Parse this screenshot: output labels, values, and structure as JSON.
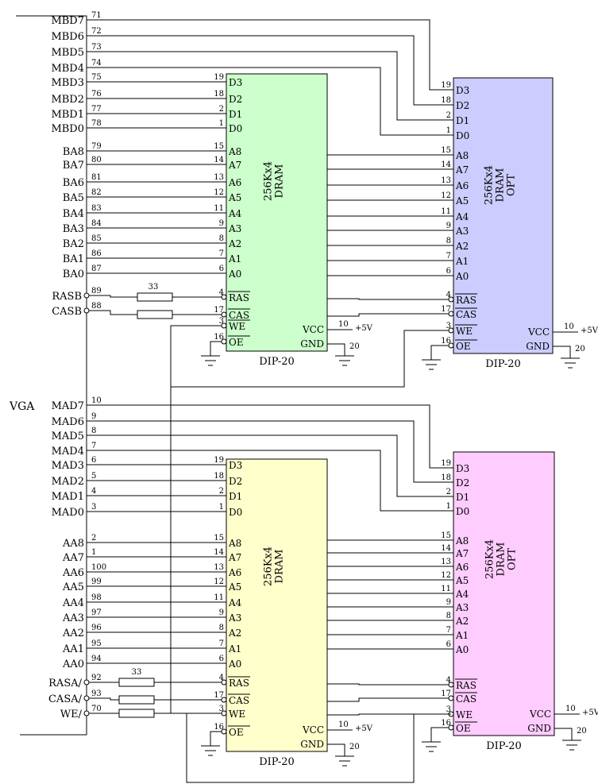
{
  "colors": {
    "chip1": "#ccffcc",
    "chip2": "#ccccff",
    "chip3": "#ffffcc",
    "chip4": "#ffccff"
  },
  "vga_label": "VGA",
  "chips": [
    {
      "id": "u1",
      "title": [
        "256Kx4",
        "DRAM"
      ],
      "package": "DIP-20",
      "vcc": "VCC",
      "gnd": "GND",
      "supply": "+5V",
      "vcc_pin": "10",
      "gnd_pin": "20"
    },
    {
      "id": "u2",
      "title": [
        "256Kx4",
        "DRAM",
        "OPT"
      ],
      "package": "DIP-20",
      "vcc": "VCC",
      "gnd": "GND",
      "supply": "+5V",
      "vcc_pin": "10",
      "gnd_pin": "20"
    },
    {
      "id": "u3",
      "title": [
        "256Kx4",
        "DRAM"
      ],
      "package": "DIP-20",
      "vcc": "VCC",
      "gnd": "GND",
      "supply": "+5V",
      "vcc_pin": "10",
      "gnd_pin": "20"
    },
    {
      "id": "u4",
      "title": [
        "256Kx4",
        "DRAM",
        "OPT"
      ],
      "package": "DIP-20",
      "vcc": "VCC",
      "gnd": "GND",
      "supply": "+5V",
      "vcc_pin": "10",
      "gnd_pin": "20"
    }
  ],
  "bank_b": {
    "data": [
      {
        "name": "MBD7",
        "vga_pin": "71",
        "chip": "u2",
        "pin": "19",
        "pin_name": "D3"
      },
      {
        "name": "MBD6",
        "vga_pin": "72",
        "chip": "u2",
        "pin": "18",
        "pin_name": "D2"
      },
      {
        "name": "MBD5",
        "vga_pin": "73",
        "chip": "u2",
        "pin": "2",
        "pin_name": "D1"
      },
      {
        "name": "MBD4",
        "vga_pin": "74",
        "chip": "u2",
        "pin": "1",
        "pin_name": "D0"
      },
      {
        "name": "MBD3",
        "vga_pin": "75",
        "chip": "u1",
        "pin": "19",
        "pin_name": "D3"
      },
      {
        "name": "MBD2",
        "vga_pin": "76",
        "chip": "u1",
        "pin": "18",
        "pin_name": "D2"
      },
      {
        "name": "MBD1",
        "vga_pin": "77",
        "chip": "u1",
        "pin": "2",
        "pin_name": "D1"
      },
      {
        "name": "MBD0",
        "vga_pin": "78",
        "chip": "u1",
        "pin": "1",
        "pin_name": "D0"
      }
    ],
    "address": [
      {
        "name": "BA8",
        "vga_pin": "79",
        "pin": "15",
        "pin_name": "A8"
      },
      {
        "name": "BA7",
        "vga_pin": "80",
        "pin": "14",
        "pin_name": "A7"
      },
      {
        "name": "BA6",
        "vga_pin": "81",
        "pin": "13",
        "pin_name": "A6"
      },
      {
        "name": "BA5",
        "vga_pin": "82",
        "pin": "12",
        "pin_name": "A5"
      },
      {
        "name": "BA4",
        "vga_pin": "83",
        "pin": "11",
        "pin_name": "A4"
      },
      {
        "name": "BA3",
        "vga_pin": "84",
        "pin": "9",
        "pin_name": "A3"
      },
      {
        "name": "BA2",
        "vga_pin": "85",
        "pin": "8",
        "pin_name": "A2"
      },
      {
        "name": "BA1",
        "vga_pin": "86",
        "pin": "7",
        "pin_name": "A1"
      },
      {
        "name": "BA0",
        "vga_pin": "87",
        "pin": "6",
        "pin_name": "A0"
      }
    ],
    "control": [
      {
        "name": "RASB",
        "vga_pin": "89",
        "pin": "4",
        "pin_name": "RAS",
        "resistor": "33"
      },
      {
        "name": "CASB",
        "vga_pin": "88",
        "pin": "17",
        "pin_name": "CAS"
      }
    ],
    "we": {
      "pin": "3",
      "pin_name": "WE"
    },
    "oe": {
      "pin": "16",
      "pin_name": "OE"
    }
  },
  "bank_a": {
    "data": [
      {
        "name": "MAD7",
        "vga_pin": "10",
        "chip": "u4",
        "pin": "19",
        "pin_name": "D3"
      },
      {
        "name": "MAD6",
        "vga_pin": "9",
        "chip": "u4",
        "pin": "18",
        "pin_name": "D2"
      },
      {
        "name": "MAD5",
        "vga_pin": "8",
        "chip": "u4",
        "pin": "2",
        "pin_name": "D1"
      },
      {
        "name": "MAD4",
        "vga_pin": "7",
        "chip": "u4",
        "pin": "1",
        "pin_name": "D0"
      },
      {
        "name": "MAD3",
        "vga_pin": "6",
        "chip": "u3",
        "pin": "19",
        "pin_name": "D3"
      },
      {
        "name": "MAD2",
        "vga_pin": "5",
        "chip": "u3",
        "pin": "18",
        "pin_name": "D2"
      },
      {
        "name": "MAD1",
        "vga_pin": "4",
        "chip": "u3",
        "pin": "2",
        "pin_name": "D1"
      },
      {
        "name": "MAD0",
        "vga_pin": "3",
        "chip": "u3",
        "pin": "1",
        "pin_name": "D0"
      }
    ],
    "address": [
      {
        "name": "AA8",
        "vga_pin": "2",
        "pin": "15",
        "pin_name": "A8"
      },
      {
        "name": "AA7",
        "vga_pin": "1",
        "pin": "14",
        "pin_name": "A7"
      },
      {
        "name": "AA6",
        "vga_pin": "100",
        "pin": "13",
        "pin_name": "A6"
      },
      {
        "name": "AA5",
        "vga_pin": "99",
        "pin": "12",
        "pin_name": "A5"
      },
      {
        "name": "AA4",
        "vga_pin": "98",
        "pin": "11",
        "pin_name": "A4"
      },
      {
        "name": "AA3",
        "vga_pin": "97",
        "pin": "9",
        "pin_name": "A3"
      },
      {
        "name": "AA2",
        "vga_pin": "96",
        "pin": "8",
        "pin_name": "A2"
      },
      {
        "name": "AA1",
        "vga_pin": "95",
        "pin": "7",
        "pin_name": "A1"
      },
      {
        "name": "AA0",
        "vga_pin": "94",
        "pin": "6",
        "pin_name": "A0"
      }
    ],
    "control": [
      {
        "name": "RASA/",
        "vga_pin": "92",
        "pin": "4",
        "pin_name": "RAS",
        "resistor": "33"
      },
      {
        "name": "CASA/",
        "vga_pin": "93",
        "pin": "17",
        "pin_name": "CAS"
      },
      {
        "name": "WE/",
        "vga_pin": "70",
        "pin": "3",
        "pin_name": "WE"
      }
    ],
    "oe": {
      "pin": "16",
      "pin_name": "OE"
    }
  }
}
